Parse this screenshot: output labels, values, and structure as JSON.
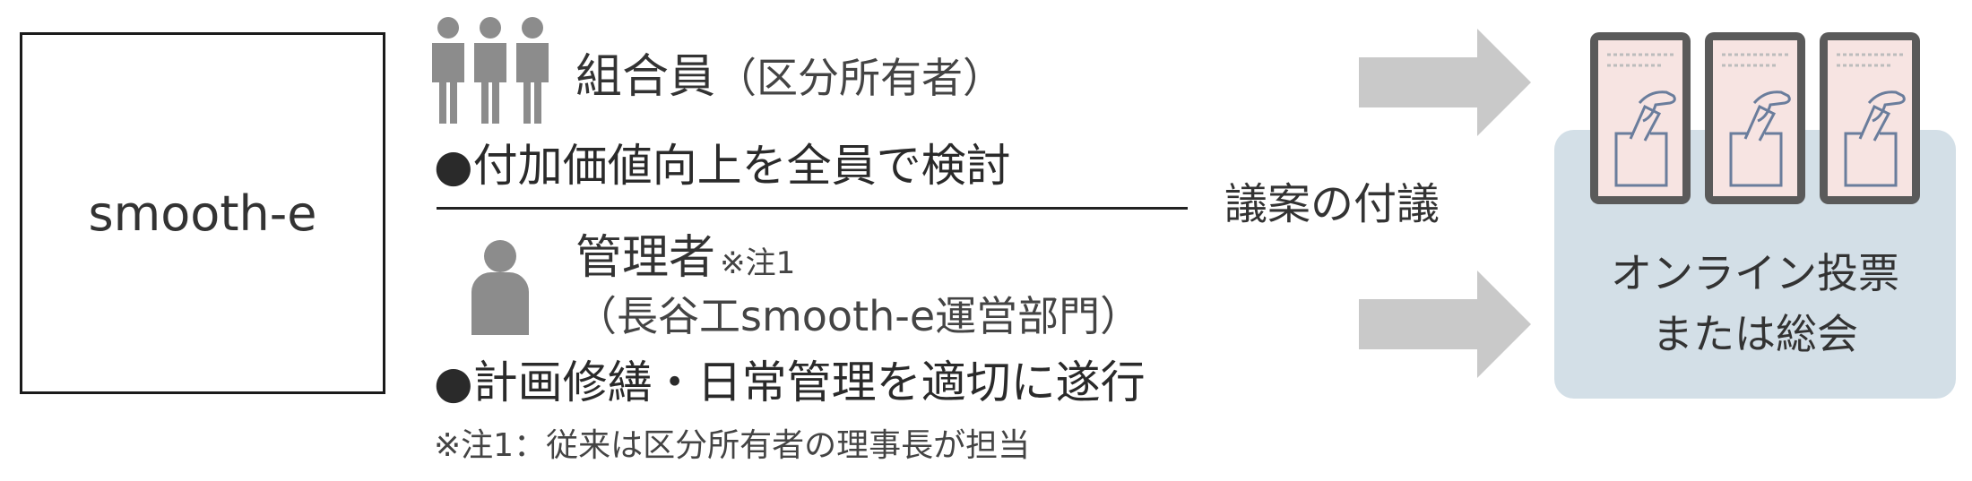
{
  "logo": {
    "text": "smooth-e"
  },
  "members": {
    "title": "組合員",
    "subtitle": "（区分所有者）",
    "point": "●付加価値向上を全員で検討"
  },
  "manager": {
    "title": "管理者",
    "note_ref": "※注1",
    "org": "（長谷工smooth-e運営部門）",
    "point": "●計画修繕・日常管理を適切に遂行"
  },
  "footnote": "※注1：従来は区分所有者の理事長が担当",
  "proposal_label": "議案の付議",
  "result": {
    "line1": "オンライン投票",
    "line2": "または総会"
  },
  "colors": {
    "arrow": "#c9c9c9",
    "person": "#8c8c8c",
    "panel": "#d3dfe7",
    "phone": "#5a5a5a",
    "screen": "#f7e4e2",
    "ballot": "#6a7d9c"
  }
}
